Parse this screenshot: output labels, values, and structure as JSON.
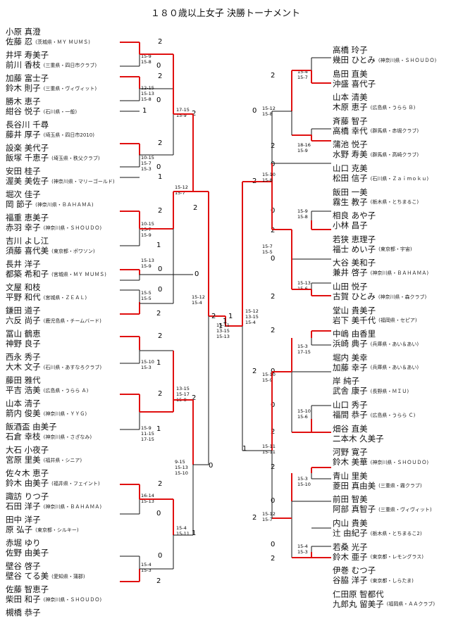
{
  "title": "１８０歳以上女子 決勝トーナメント",
  "left_teams": [
    {
      "p1": "小原 真澄",
      "p2": "佐藤 忍",
      "club": "(茨城県・ＭＹ ＭＵＭＳ)"
    },
    {
      "p1": "井坪 寿美子",
      "p2": "前川 香枝",
      "club": "(三重県・四日市クラブ)"
    },
    {
      "p1": "加藤 富士子",
      "p2": "鈴木 則子",
      "club": "(三重県・ヴィヴィット)"
    },
    {
      "p1": "勝木 恵子",
      "p2": "紺谷 悦子",
      "club": "(石川県・一般)"
    },
    {
      "p1": "長谷川 千尋",
      "p2": "藤井 厚子",
      "club": "(埼玉県・四日市2010)"
    },
    {
      "p1": "設楽 美代子",
      "p2": "飯塚 千恵子",
      "club": "(埼玉県・秩父クラブ)"
    },
    {
      "p1": "安田 桂子",
      "p2": "渥美 美佐子",
      "club": "(神奈川県・マリーゴールド)"
    },
    {
      "p1": "堀次 佳子",
      "p2": "岡 節子",
      "club": "(神奈川県・ＢＡＨＡＭＡ)"
    },
    {
      "p1": "福重 恵美子",
      "p2": "赤羽 幸子",
      "club": "(神奈川県・ＳＨＯＵＤＯ)"
    },
    {
      "p1": "吉川 よし江",
      "p2": "須藤 喜代美",
      "club": "(東京都・ポワソン)"
    },
    {
      "p1": "長井 洋子",
      "p2": "都築 希和子",
      "club": "(宮城県・ＭＹ ＭＵＭＳ)"
    },
    {
      "p1": "文屋 和枝",
      "p2": "平野 和代",
      "club": "(宮城県・ＺＥＡＬ)"
    },
    {
      "p1": "鎌田 道子",
      "p2": "六反 尚子",
      "club": "(鹿児島県・チームバード)"
    },
    {
      "p1": "冨山 鶴恵",
      "p2": "神野 良子",
      "club": ""
    },
    {
      "p1": "西永 秀子",
      "p2": "大木 文子",
      "club": "(石川県・あすなろクラブ)"
    },
    {
      "p1": "藤田 雅代",
      "p2": "平吉 浩美",
      "club": "(広島県・うらら Ａ)"
    },
    {
      "p1": "山本 清子",
      "p2": "箭内 俊美",
      "club": "(神奈川県・ＹＹＧ)"
    },
    {
      "p1": "飯酒盃 由美子",
      "p2": "石倉 幸枝",
      "club": "(神奈川県・さざなみ)"
    },
    {
      "p1": "大石 小夜子",
      "p2": "宮原 里美",
      "club": "(福井県・シニア)"
    },
    {
      "p1": "佐々木 恵子",
      "p2": "鈴木 由美子",
      "club": "(福井県・フェイント)"
    },
    {
      "p1": "諏訪 りつ子",
      "p2": "石田 洋子",
      "club": "(神奈川県・ＢＡＨＡＭＡ)"
    },
    {
      "p1": "田中 洋子",
      "p2": "原 弘子",
      "club": "(東京都・シルキー)"
    },
    {
      "p1": "赤堀 ゆり",
      "p2": "佐野 由美子",
      "club": ""
    },
    {
      "p1": "壁谷 啓子",
      "p2": "壁谷 てる美",
      "club": "(愛知県・蒲郡)"
    },
    {
      "p1": "佐藤 智恵子",
      "p2": "柴田 和子",
      "club": "(神奈川県・ＳＨＯＵＤＯ)"
    },
    {
      "p1": "槻橋 恭子",
      "p2": "",
      "club": ""
    }
  ],
  "right_teams": [
    {
      "p1": "高橋 玲子",
      "p2": "幾田 ひとみ",
      "club": "(神奈川県・ＳＨＯＵＤＯ)"
    },
    {
      "p1": "島田 直美",
      "p2": "沖盛 喜代子",
      "club": ""
    },
    {
      "p1": "山本 清美",
      "p2": "木原 恵子",
      "club": "(広島県・うらら Ｂ)"
    },
    {
      "p1": "斉藤 智子",
      "p2": "高橋 幸代",
      "club": "(群馬県・赤堀クラブ)"
    },
    {
      "p1": "蒲池 悦子",
      "p2": "水野 寿美",
      "club": "(群馬県・高崎クラブ)"
    },
    {
      "p1": "山口 克美",
      "p2": "松田 信子",
      "club": "(石川県・Ｚａｉｍｏｋｕ)"
    },
    {
      "p1": "飯田 一美",
      "p2": "霧生 教子",
      "club": "(栃木県・とちまるこ)"
    },
    {
      "p1": "相良 あや子",
      "p2": "小林 昌子",
      "club": ""
    },
    {
      "p1": "若狭 恵理子",
      "p2": "福士 めい子",
      "club": "(東京都・宇宙)"
    },
    {
      "p1": "大谷 美和子",
      "p2": "兼井 啓子",
      "club": "(神奈川県・ＢＡＨＡＭＡ)"
    },
    {
      "p1": "山田 悦子",
      "p2": "古賀 ひとみ",
      "club": "(神奈川県・森クラブ)"
    },
    {
      "p1": "堂山 貴美子",
      "p2": "岩下 美千代",
      "club": "(福岡県・セピア)"
    },
    {
      "p1": "中嶋 由香里",
      "p2": "浜崎 典子",
      "club": "(兵庫県・あい＆あい)"
    },
    {
      "p1": "堀内 美幸",
      "p2": "加藤 幸子",
      "club": "(兵庫県・あい＆あい)"
    },
    {
      "p1": "岸 純子",
      "p2": "武舎 康子",
      "club": "(長野県・ＭＩＵ)"
    },
    {
      "p1": "山口 秀子",
      "p2": "福間 恭子",
      "club": "(広島県・うらら Ｃ)"
    },
    {
      "p1": "畑谷 直美",
      "p2": "二本木 久美子",
      "club": ""
    },
    {
      "p1": "河野 寛子",
      "p2": "鈴木 美華",
      "club": "(神奈川県・ＳＨＯＵＤＯ)"
    },
    {
      "p1": "青山 里美",
      "p2": "菱田 真由美",
      "club": "(三重県・霧クラブ)"
    },
    {
      "p1": "前田 智美",
      "p2": "阿部 真智子",
      "club": "(三重県・ヴィヴィット)"
    },
    {
      "p1": "内山 貴美",
      "p2": "辻 由紀子",
      "club": "(栃木県・とちまるこ2)"
    },
    {
      "p1": "若桑 光子",
      "p2": "鈴木 亜子",
      "club": "(東京都・レモングラス)"
    },
    {
      "p1": "伊巻 むつ子",
      "p2": "谷脇 洋子",
      "club": "(東京都・しらたま)"
    },
    {
      "p1": "仁田原 智都代",
      "p2": "九郎丸 留美子",
      "club": "(福岡県・ＡＡクラブ)"
    }
  ],
  "scores": {
    "l1": "15-9\n15-8",
    "l2": "12-15\n15-13\n15-8",
    "l3": "17-15\n15-9",
    "l4": "10-15\n15-7\n15-3",
    "l5": "15-12\n15-7",
    "l6": "10-15\n15-7\n15-9",
    "l7": "15-13\n15-9",
    "l8": "15-5\n15-5",
    "l9": "15-12\n15-4",
    "l10": "15-10\n15-3",
    "l11": "13-15\n15-17\n15-8",
    "l12": "15-9\n11-15\n17-15",
    "l13": "9-15\n15-13\n15-10",
    "l14": "16-14\n15-13",
    "l15": "15-4\n15-11",
    "l16": "15-4\n15-3",
    "c1": "15-11\n13-15\n15-13",
    "c2": "15-12\n13-15\n15-4",
    "r1": "15-4\n15-7",
    "r2": "15-12\n15-8",
    "r3": "18-16\n15-9",
    "r4": "15-10\n15-8",
    "r5": "15-9\n15-8",
    "r6": "15-7\n15-5",
    "r7": "15-13\n15-6",
    "r8": "15-3\n17-15",
    "r9": "15-10\n15-9",
    "r10": "15-10\n15-6",
    "r11": "15-11\n15-11",
    "r12": "15-3\n15-10",
    "r13": "15-12\n15-7",
    "r14": "15-4\n15-3"
  },
  "results": {
    "win": "2",
    "lose": "0",
    "one": "1"
  },
  "colors": {
    "win_line": "#e01010",
    "line": "#111111"
  }
}
